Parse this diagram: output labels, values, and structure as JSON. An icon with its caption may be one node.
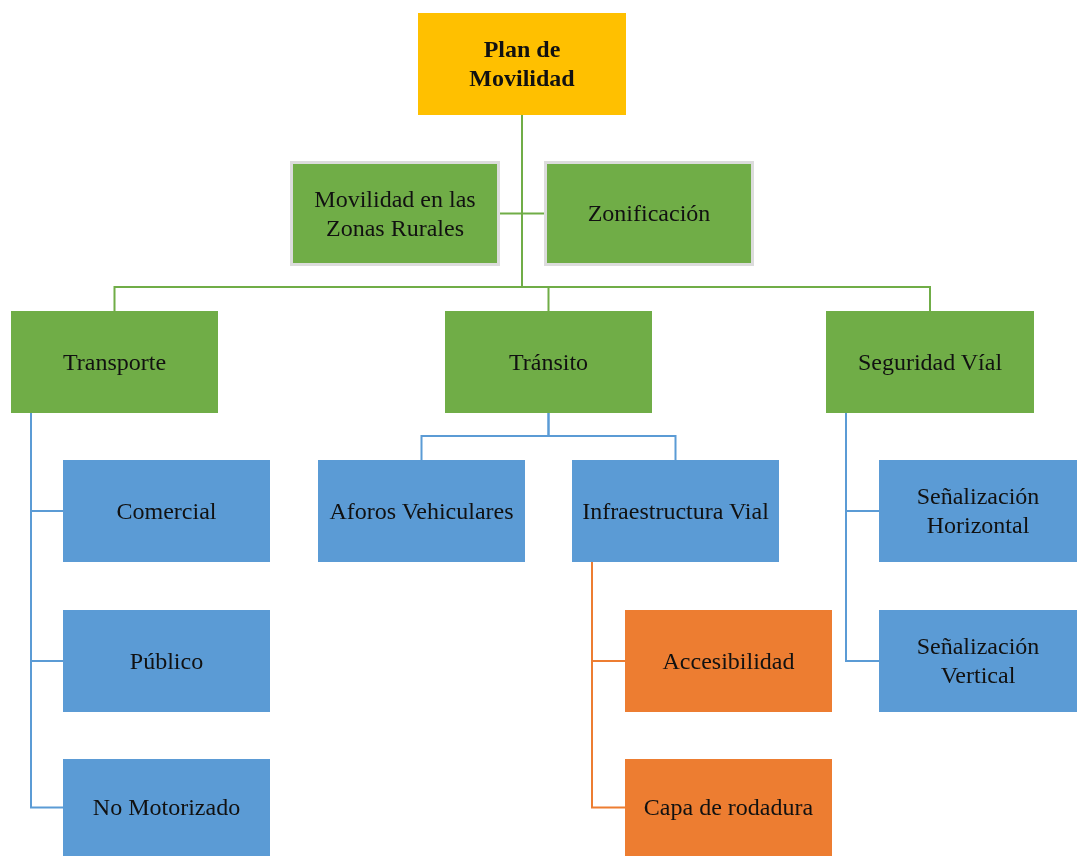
{
  "diagram": {
    "nodes": [
      {
        "text": [
          "Plan de Movilidad"
        ]
      },
      {
        "text": [
          "Movilidad en las Zonas Rurales"
        ]
      },
      {
        "text": [
          "Zonificación"
        ]
      },
      {
        "text": [
          "Transporte"
        ]
      },
      {
        "text": [
          "Tránsito"
        ]
      },
      {
        "text": [
          "Seguridad  Víal"
        ]
      },
      {
        "text": [
          "Comercial"
        ]
      },
      {
        "text": [
          "Público"
        ]
      },
      {
        "text": [
          "No Motorizado"
        ]
      },
      {
        "text": [
          "Aforos Vehiculares"
        ]
      },
      {
        "text": [
          "Infraestructura Vial"
        ]
      },
      {
        "text": [
          "Accesibilidad"
        ]
      },
      {
        "text": [
          "Capa de rodadura"
        ]
      },
      {
        "text": [
          "Señalización Horizontal"
        ]
      },
      {
        "text": [
          "Señalización Vertical"
        ]
      }
    ],
    "edges": [
      {
        "from": 0,
        "to": 1,
        "arrow": "none",
        "color": "#70ad47"
      },
      {
        "from": 0,
        "to": 2,
        "arrow": "none",
        "color": "#70ad47"
      },
      {
        "from": 0,
        "to": 3,
        "arrow": "none",
        "color": "#70ad47"
      },
      {
        "from": 0,
        "to": 4,
        "arrow": "none",
        "color": "#70ad47"
      },
      {
        "from": 0,
        "to": 5,
        "arrow": "none",
        "color": "#70ad47"
      },
      {
        "from": 3,
        "to": 6,
        "arrow": "none"
      },
      {
        "from": 3,
        "to": 7,
        "arrow": "none"
      },
      {
        "from": 3,
        "to": 8,
        "arrow": "none"
      },
      {
        "from": 4,
        "to": 9,
        "arrow": "none"
      },
      {
        "from": 4,
        "to": 10,
        "arrow": "none"
      },
      {
        "from": 10,
        "to": 11,
        "arrow": "none",
        "color": "#ed7d31"
      },
      {
        "from": 10,
        "to": 12,
        "arrow": "none",
        "color": "#ed7d31"
      },
      {
        "from": 5,
        "to": 13,
        "arrow": "none"
      },
      {
        "from": 5,
        "to": 14,
        "arrow": "none"
      }
    ]
  }
}
